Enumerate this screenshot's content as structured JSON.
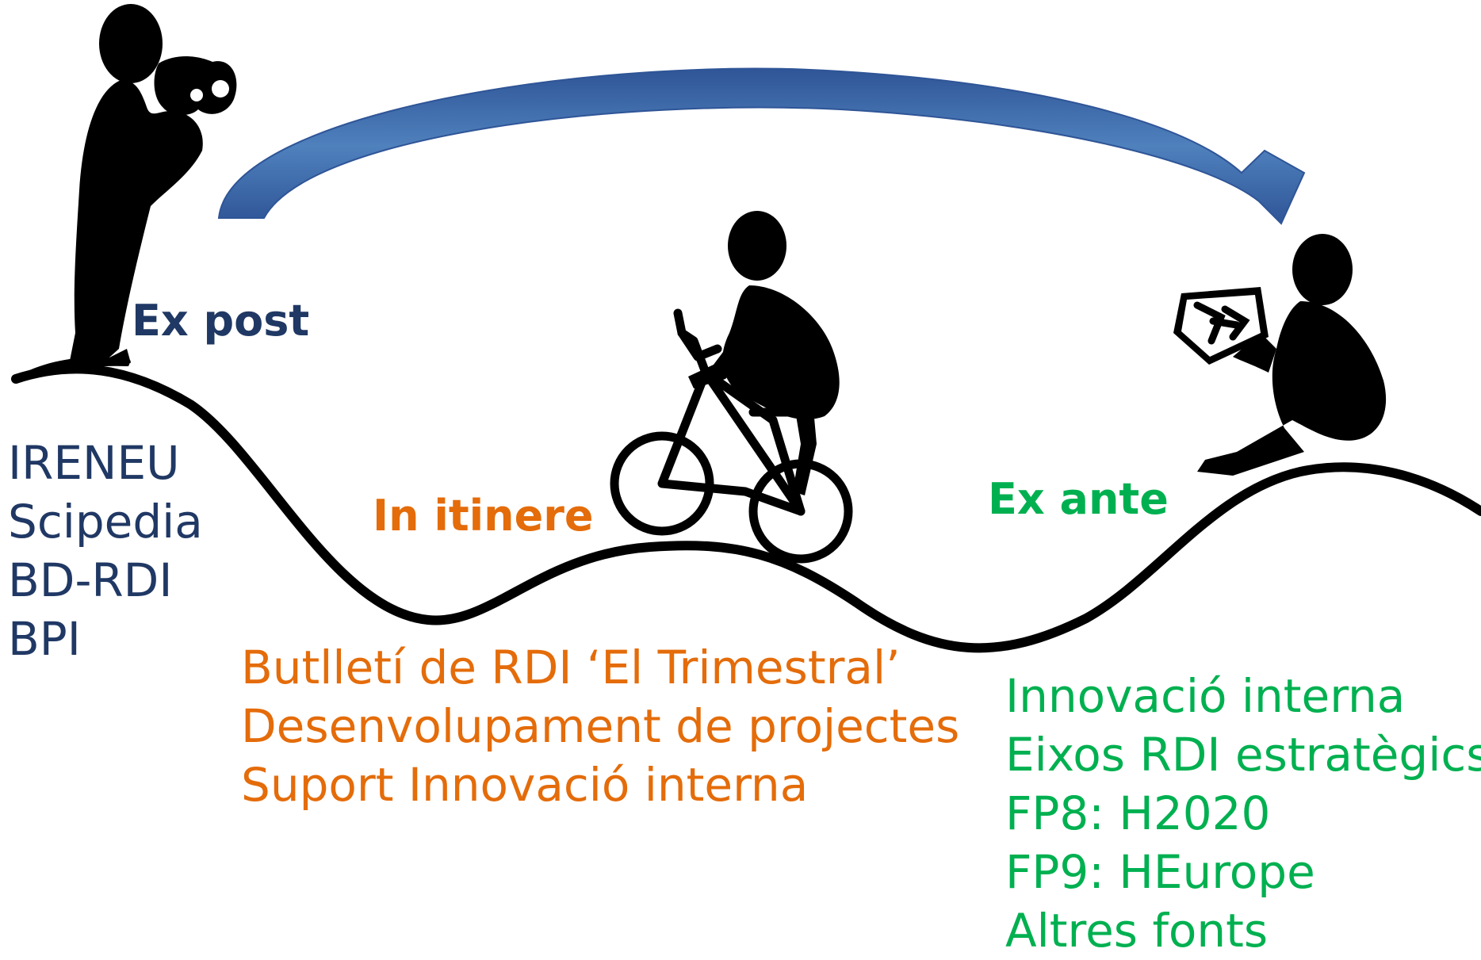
{
  "colors": {
    "ex_post": "#203864",
    "in_itinere": "#e46c0a",
    "ex_ante": "#00b050",
    "arrow": "#4f81bd",
    "arrow_dark": "#2f5597",
    "silhouette": "#000000"
  },
  "icons": {
    "arrow": "curved-arrow-icon",
    "photographer": "photographer-icon",
    "cyclist": "cyclist-icon",
    "map_reader": "map-reader-icon",
    "terrain": "hills-icon"
  },
  "stages": {
    "ex_post": {
      "title": "Ex post",
      "items": [
        "IRENEU",
        "Scipedia",
        "BD-RDI",
        "BPI"
      ]
    },
    "in_itinere": {
      "title": "In itinere",
      "items": [
        "Butlletí de RDI ‘El Trimestral’",
        "Desenvolupament de projectes",
        "Suport Innovació interna"
      ]
    },
    "ex_ante": {
      "title": "Ex ante",
      "items": [
        "Innovació interna",
        "Eixos RDI estratègics",
        "FP8: H2020",
        "FP9: HEurope",
        "Altres fonts"
      ]
    }
  }
}
